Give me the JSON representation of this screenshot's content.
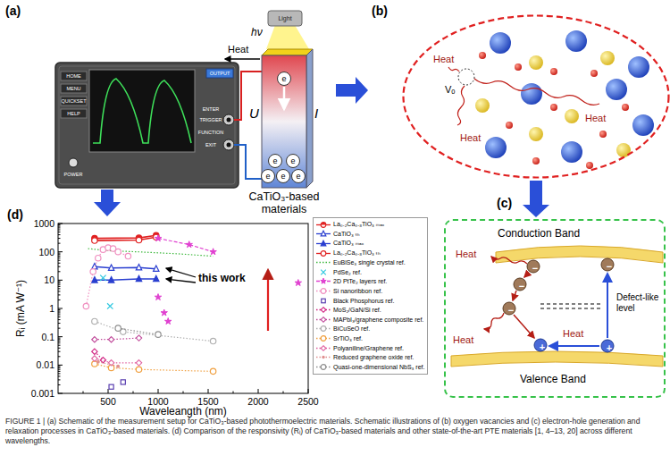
{
  "diagram": {
    "caption": "FIGURE 1 | (a) Schematic of the measurement setup for CaTiO₃-based photothermoelectric materials. Schematic illustrations of (b) oxygen vacancies and (c) electron-hole generation and relaxation processes in CaTiO₃-based materials. (d) Comparison of the responsivity (Rᵢ) of CaTiO₃-based materials and other state-of-the-art PTE materials [1, 4–13, 20] across different wavelengths.",
    "nodes": [
      {
        "text": [
          "Heat",
          "Vₒ",
          "Heat",
          "Heat"
        ]
      },
      {
        "text": [
          "Conduction Band",
          "Heat",
          "−",
          "−",
          "−",
          "−",
          "Defect-like level",
          "Heat",
          "Heat",
          "+",
          "+",
          "Valence Band"
        ]
      }
    ],
    "edges": [
      {
        "from": 0,
        "to": 1,
        "arrow": "to"
      }
    ],
    "labels": [
      "(a)",
      "Light",
      "hν",
      "Heat",
      "U",
      "I",
      "e",
      "e",
      "e",
      "e",
      "e",
      "e",
      "HOME",
      "MENU",
      "QUICKSET",
      "HELP",
      "OUTPUT",
      "ENTER",
      "TRIGGER",
      "FUNCTION",
      "EXIT",
      "POWER",
      "CaTiO₃-based materials",
      "(b)",
      "(c)",
      "(d)",
      "Rᵢ (mA W⁻¹)",
      "1000",
      "100",
      "10",
      "1",
      "0.1",
      "0.01",
      "0.001",
      "500",
      "1000",
      "1500",
      "2000",
      "2500",
      "Waveleangth (nm)",
      "this work"
    ],
    "legend": [
      {
        "text": "La₀.₂Ca₀.₈TiO₃ ₘₐₓ"
      },
      {
        "text": "CaTiO₃ ₜₕ"
      },
      {
        "text": "CaTiO₃ ₘₐₓ"
      },
      {
        "text": "La₀.₂Ca₀.₈TiO₃ ₜₕ"
      },
      {
        "text": "EuBiSe₃ single crystal ref."
      },
      {
        "text": "PdSe₂ ref."
      },
      {
        "text": "2D PtTe₂ layers ref."
      },
      {
        "text": "Si nanoribbon ref."
      },
      {
        "text": "Black Phosphorus ref."
      },
      {
        "text": "MoS₂/GaN/Si ref."
      },
      {
        "text": "MAPbI₃/graphene composite ref."
      },
      {
        "text": "BiCuSeO ref."
      },
      {
        "text": "SrTiO₃ ref."
      },
      {
        "text": "Polyaniline/Graphene ref."
      },
      {
        "text": "Reduced graphene oxide ref."
      },
      {
        "text": "Quasi-one-dimensional NbS₃ ref."
      }
    ]
  }
}
